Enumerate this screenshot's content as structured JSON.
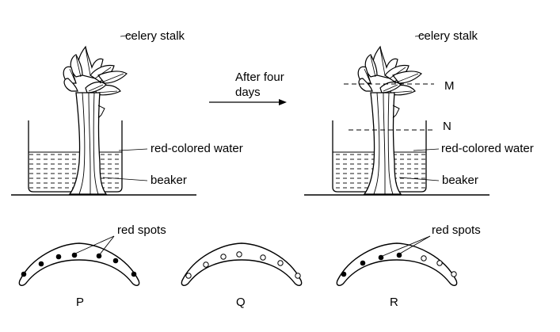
{
  "labels": {
    "celery_stalk_left": "celery stalk",
    "celery_stalk_right": "celery stalk",
    "arrow_line1": "After four",
    "arrow_line2": "days",
    "water_left": "red-colored water",
    "water_right": "red-colored water",
    "beaker_left": "beaker",
    "beaker_right": "beaker",
    "cut_m": "M",
    "cut_n": "N",
    "red_spots_p": "red spots",
    "red_spots_r": "red spots",
    "section_p": "P",
    "section_q": "Q",
    "section_r": "R"
  },
  "colors": {
    "ink": "#000000",
    "background": "#ffffff"
  }
}
